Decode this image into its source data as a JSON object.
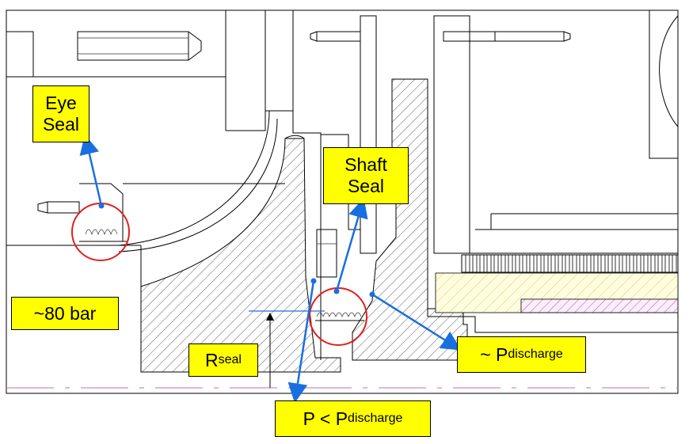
{
  "labels": {
    "eye_seal_line1": "Eye",
    "eye_seal_line2": "Seal",
    "shaft_seal_line1": "Shaft",
    "shaft_seal_line2": "Seal",
    "pressure_80": "~80 bar",
    "r_seal_main": "R",
    "r_seal_sub": "seal",
    "p_discharge_prefix": "~ P",
    "p_discharge_sub": "discharge",
    "p_less_prefix": "P < P",
    "p_less_sub": "discharge"
  },
  "colors": {
    "label_fill": "#ffff00",
    "arrow": "#1a6fe0",
    "circle": "#e02020",
    "hatch_yellow": "#e8e07a",
    "hatch_pink": "#c060c0",
    "centerline": "#cc66cc"
  }
}
